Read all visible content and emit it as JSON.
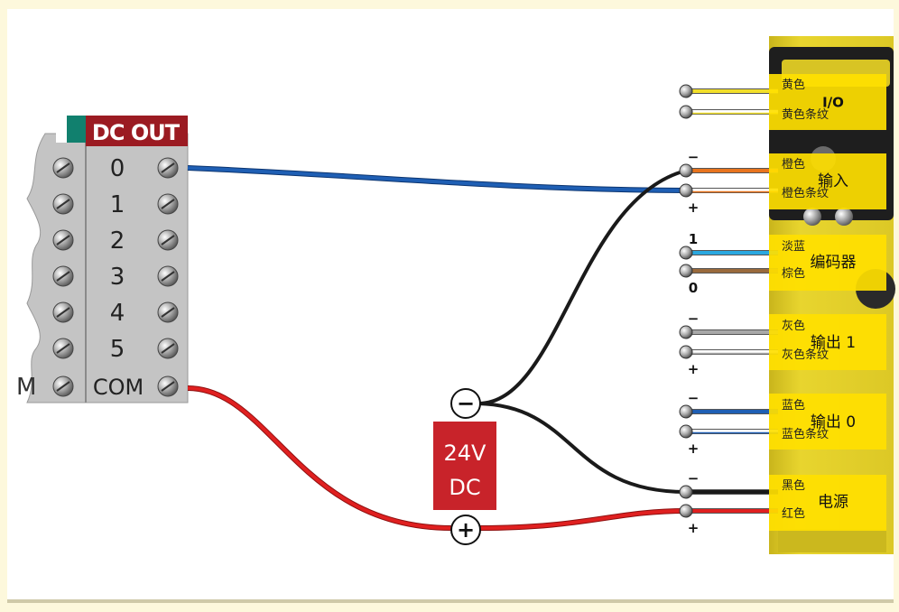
{
  "plc": {
    "header": "DC OUT",
    "terminals": [
      "0",
      "1",
      "2",
      "3",
      "4",
      "5",
      "COM"
    ],
    "left_partial": "M"
  },
  "power_supply": {
    "voltage": "24V",
    "type": "DC",
    "neg_symbol": "−",
    "pos_symbol": "+"
  },
  "device_groups": [
    {
      "title": "I/O",
      "wire_labels": [
        "黄色",
        "黄色条纹"
      ],
      "polarity": [
        "",
        ""
      ]
    },
    {
      "title": "输入",
      "wire_labels": [
        "橙色",
        "橙色条纹"
      ],
      "polarity": [
        "−",
        "+"
      ]
    },
    {
      "title": "编码器",
      "wire_labels": [
        "淡蓝",
        "棕色"
      ],
      "polarity": [
        "1",
        "0"
      ]
    },
    {
      "title": "输出 1",
      "wire_labels": [
        "灰色",
        "灰色条纹"
      ],
      "polarity": [
        "−",
        "+"
      ]
    },
    {
      "title": "输出 0",
      "wire_labels": [
        "蓝色",
        "蓝色条纹"
      ],
      "polarity": [
        "−",
        "+"
      ]
    },
    {
      "title": "电源",
      "wire_labels": [
        "黑色",
        "红色"
      ],
      "polarity": [
        "−",
        "+"
      ]
    }
  ],
  "colors": {
    "background": "#fdf8dc",
    "plc_body": "#c4c4c4",
    "plc_header": "#9b1b22",
    "plc_tab": "#11806e",
    "psu": "#c8232a",
    "device_yellow": "#e6d32a",
    "label_yellow": "#ffe000",
    "wire_blue": "#1f5fb4",
    "wire_red": "#e02020",
    "wire_black": "#1a1a1a"
  }
}
